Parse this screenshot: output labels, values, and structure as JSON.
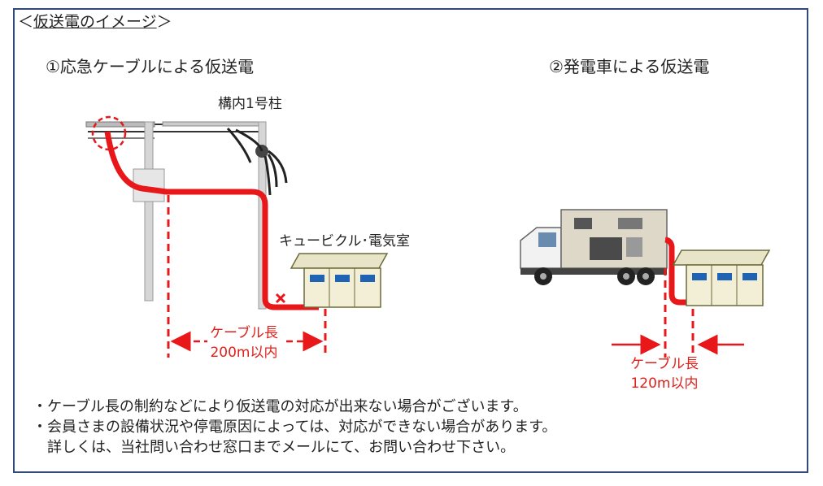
{
  "title": {
    "bracket_open": "＜",
    "text": "仮送電のイメージ",
    "bracket_close": "＞"
  },
  "section1": {
    "title": "①応急ケーブルによる仮送電",
    "pole_label": "構内1号柱",
    "cubicle_label": "キュービクル･電気室",
    "cable_label_line1": "ケーブル長",
    "cable_label_line2": "200m以内"
  },
  "section2": {
    "title": "②発電車による仮送電",
    "cable_label_line1": "ケーブル長",
    "cable_label_line2": "120m以内"
  },
  "notes": [
    "・ケーブル長の制約などにより仮送電の対応が出来ない場合がございます。",
    "・会員さまの設備状況や停電原因によっては、対応ができない場合があります。",
    "　詳しくは、当社問い合わせ窓口までメールにて、お問い合わせ下さい。"
  ],
  "colors": {
    "frame": "#2f4a78",
    "cable": "#e8171a",
    "building": "#f3efd6",
    "building_stroke": "#6b6b3a",
    "window": "#1f64b4"
  }
}
